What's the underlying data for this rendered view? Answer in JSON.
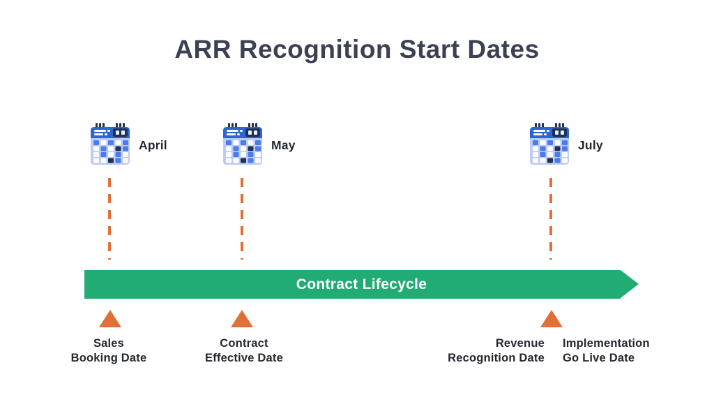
{
  "title": "ARR Recognition Start Dates",
  "months": [
    {
      "label": "April"
    },
    {
      "label": "May"
    },
    {
      "label": "July"
    }
  ],
  "timeline": {
    "arrow_label": "Contract Lifecycle"
  },
  "milestones": [
    {
      "line1": "Sales",
      "line2": "Booking Date"
    },
    {
      "line1": "Contract",
      "line2": "Effective Date"
    },
    {
      "line1": "Revenue",
      "line2": "Recognition Date"
    },
    {
      "line1": "Implementation",
      "line2": "Go Live Date"
    }
  ],
  "icons": {
    "calendar": "calendar-icon"
  },
  "colors": {
    "background": "#FFFFFF",
    "title_text": "#3A4252",
    "label_text": "#23272F",
    "arrow_green": "#20AC72",
    "arrow_text": "#FFFFFF",
    "milestone_orange": "#E07036",
    "dash_orange": "#E07036",
    "calendar_header_blue": "#2C66D4",
    "calendar_navy": "#22304F",
    "calendar_body_light": "#BDCCF6",
    "calendar_square_blue": "#4B7CEF",
    "calendar_square_white": "#FDFDFF"
  }
}
